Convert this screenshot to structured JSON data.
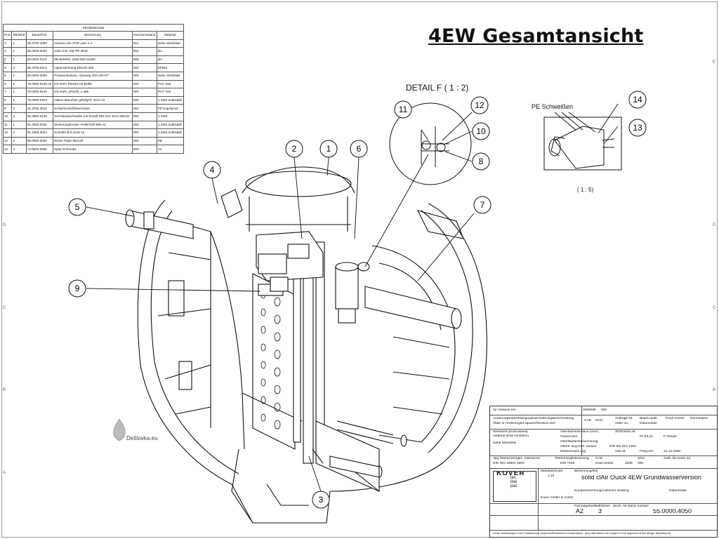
{
  "title": "4EW Gesamtansicht",
  "detail_label": "DETAIL F ( 1 : 2)",
  "detail_scale": "( 1 : 5)",
  "pe_label": "PE Schweißen",
  "watermark": "Deštovka.eu",
  "bom": {
    "caption": "Stückliste/Liste",
    "headers": [
      "Pos.",
      "MENGE",
      "Bauteil-Nr.",
      "Benennung",
      "Revisionsstand",
      "Material"
    ],
    "rows": [
      [
        "1",
        "1",
        "35.3700.1000",
        "Cleana Line 3700 Liter o.A.",
        "001",
        "siehe Stückliste"
      ],
      [
        "2",
        "1",
        "55.0000.0002",
        "solid clAir Clip PE 4EW",
        "004",
        "div."
      ],
      [
        "3",
        "1",
        "55.0000.0110",
        "ZB BelüRer 1550-500-3x450",
        "008",
        "div."
      ],
      [
        "4",
        "3",
        "85.3700.0113",
        "Lippendichtung DN100 dick",
        "000",
        "EPDM"
      ],
      [
        "5",
        "1",
        "55.0000.0008",
        "Probeentnahme, Abzweig 200-100-87°",
        "003",
        "siehe Stückliste"
      ],
      [
        "6",
        "1",
        "76.0000.0245.10",
        "KG-Rohr DN100 mit Muffe",
        "000",
        "PVC hart"
      ],
      [
        "7",
        "1",
        "76.0000.0245",
        "KG-Rohr_DN100_l=465",
        "000",
        "PVC hart"
      ],
      [
        "8",
        "1",
        "76.0000.0404",
        "Haken Manchter gebrfgzft. 3mm A2",
        "000",
        "1.4301 Edelstahl"
      ],
      [
        "9",
        "2",
        "41.3700.3010",
        "Schwimmstoffabscheider",
        "004",
        "PP Kopolymer"
      ],
      [
        "10",
        "4",
        "81.0500.0139",
        "Sechskantschraube mit Schaft DIN ISO 4014 M8x30",
        "000",
        "1.4301"
      ],
      [
        "11",
        "1",
        "81.0000.0030",
        "Sicherungsmutter N-M8-DIN 985 A2",
        "000",
        "1.4301 Edelstahl"
      ],
      [
        "12",
        "2",
        "81.1000.0024",
        "Scheibe Ø 8,4x16 A2",
        "000",
        "1.4301 Edelstahl"
      ],
      [
        "13",
        "2",
        "89.0000.0000",
        "Reste Platte 80x130",
        "000",
        "PE"
      ],
      [
        "14",
        "4",
        "74.5000.0680",
        "Spax-Schraube",
        "000",
        "A2"
      ]
    ]
  },
  "balloons": [
    "1",
    "2",
    "3",
    "4",
    "5",
    "6",
    "7",
    "8",
    "9",
    "10",
    "11",
    "12",
    "13",
    "14"
  ],
  "row_marks": [
    "E",
    "D",
    "C",
    "B",
    "A"
  ],
  "title_block": {
    "vorserie": "für Vorserie frei",
    "sw": "SW2008",
    "sw_num": "000",
    "aenderung": "Änderungsindex/Planquadrat/Änderungsbeschreibung",
    "aenderung_en": "State or revision/grid square/Revision text",
    "cad": "CAD",
    "sgs": "SGS",
    "auftrag": "Auftrags-Nr.",
    "order_no": "order no.",
    "bearb": "Bearb./auth.",
    "datum": "Datum/date",
    "pruef": "Pruef./check",
    "norm": "Norm/stand",
    "werkstoff": "Werkstoff (Endzustand)",
    "material_final": "material (final condition)",
    "siehe": "siehe Stückliste",
    "oberflaeche": "Oberfläche/surface (mm²)",
    "surface_val": "3P004045.26",
    "farbe": "Farbe/color",
    "oberflaechenbez": "Oberflächenbezeichnung",
    "oberf_rauh": "Oberfl. ang./surf. texture",
    "din_iso": "DIN EN ISO 1302",
    "masse": "Masse/mass (kg)",
    "masse_val": "145.44",
    "freig": "Freig./rel.",
    "bearb_date": "07.03.16",
    "bearb_name": "F.Trende",
    "freig_date": "31.12.2098",
    "allg": "Allg.Toleranzen/gen. tolerances",
    "din_tol": "DIN ISO 16901 160A",
    "tolerierung": "Tolerierung/tolerancing",
    "din_7168": "DIN 7168",
    "cad2": "CAD",
    "solid_works": "Solid Works",
    "sw_year": "2008",
    "sw_num2": "000",
    "sgs2": "SGS",
    "auftr2": "Auftr.-Nr./order no.",
    "massstab": "Maßstab/scale",
    "scale": "1:10",
    "benennung": "Benennung/title",
    "title": "solid clAir Quick 4EW Grundwasserversion",
    "company": "Kover GmbH & CoKG",
    "kunde": "Kundenzeichnung/customer drawing",
    "datum2": "Datum/date",
    "formatsize": "Formatgröße",
    "blatt": "Blatt/sheet",
    "zeich": "Zeich.-Nr./basic number",
    "format": "A2",
    "sheet": "3",
    "number": "55.0000.4050",
    "logo": "KÖVER",
    "logo_tec": "tec",
    "logo_line": "line",
    "logo_pac": "pac",
    "footer": "Keine Änderungen ohne Zustimmung der/jedes/Einreichers Konstruktion. (Any alterations are subject to the approval of the design department)"
  }
}
